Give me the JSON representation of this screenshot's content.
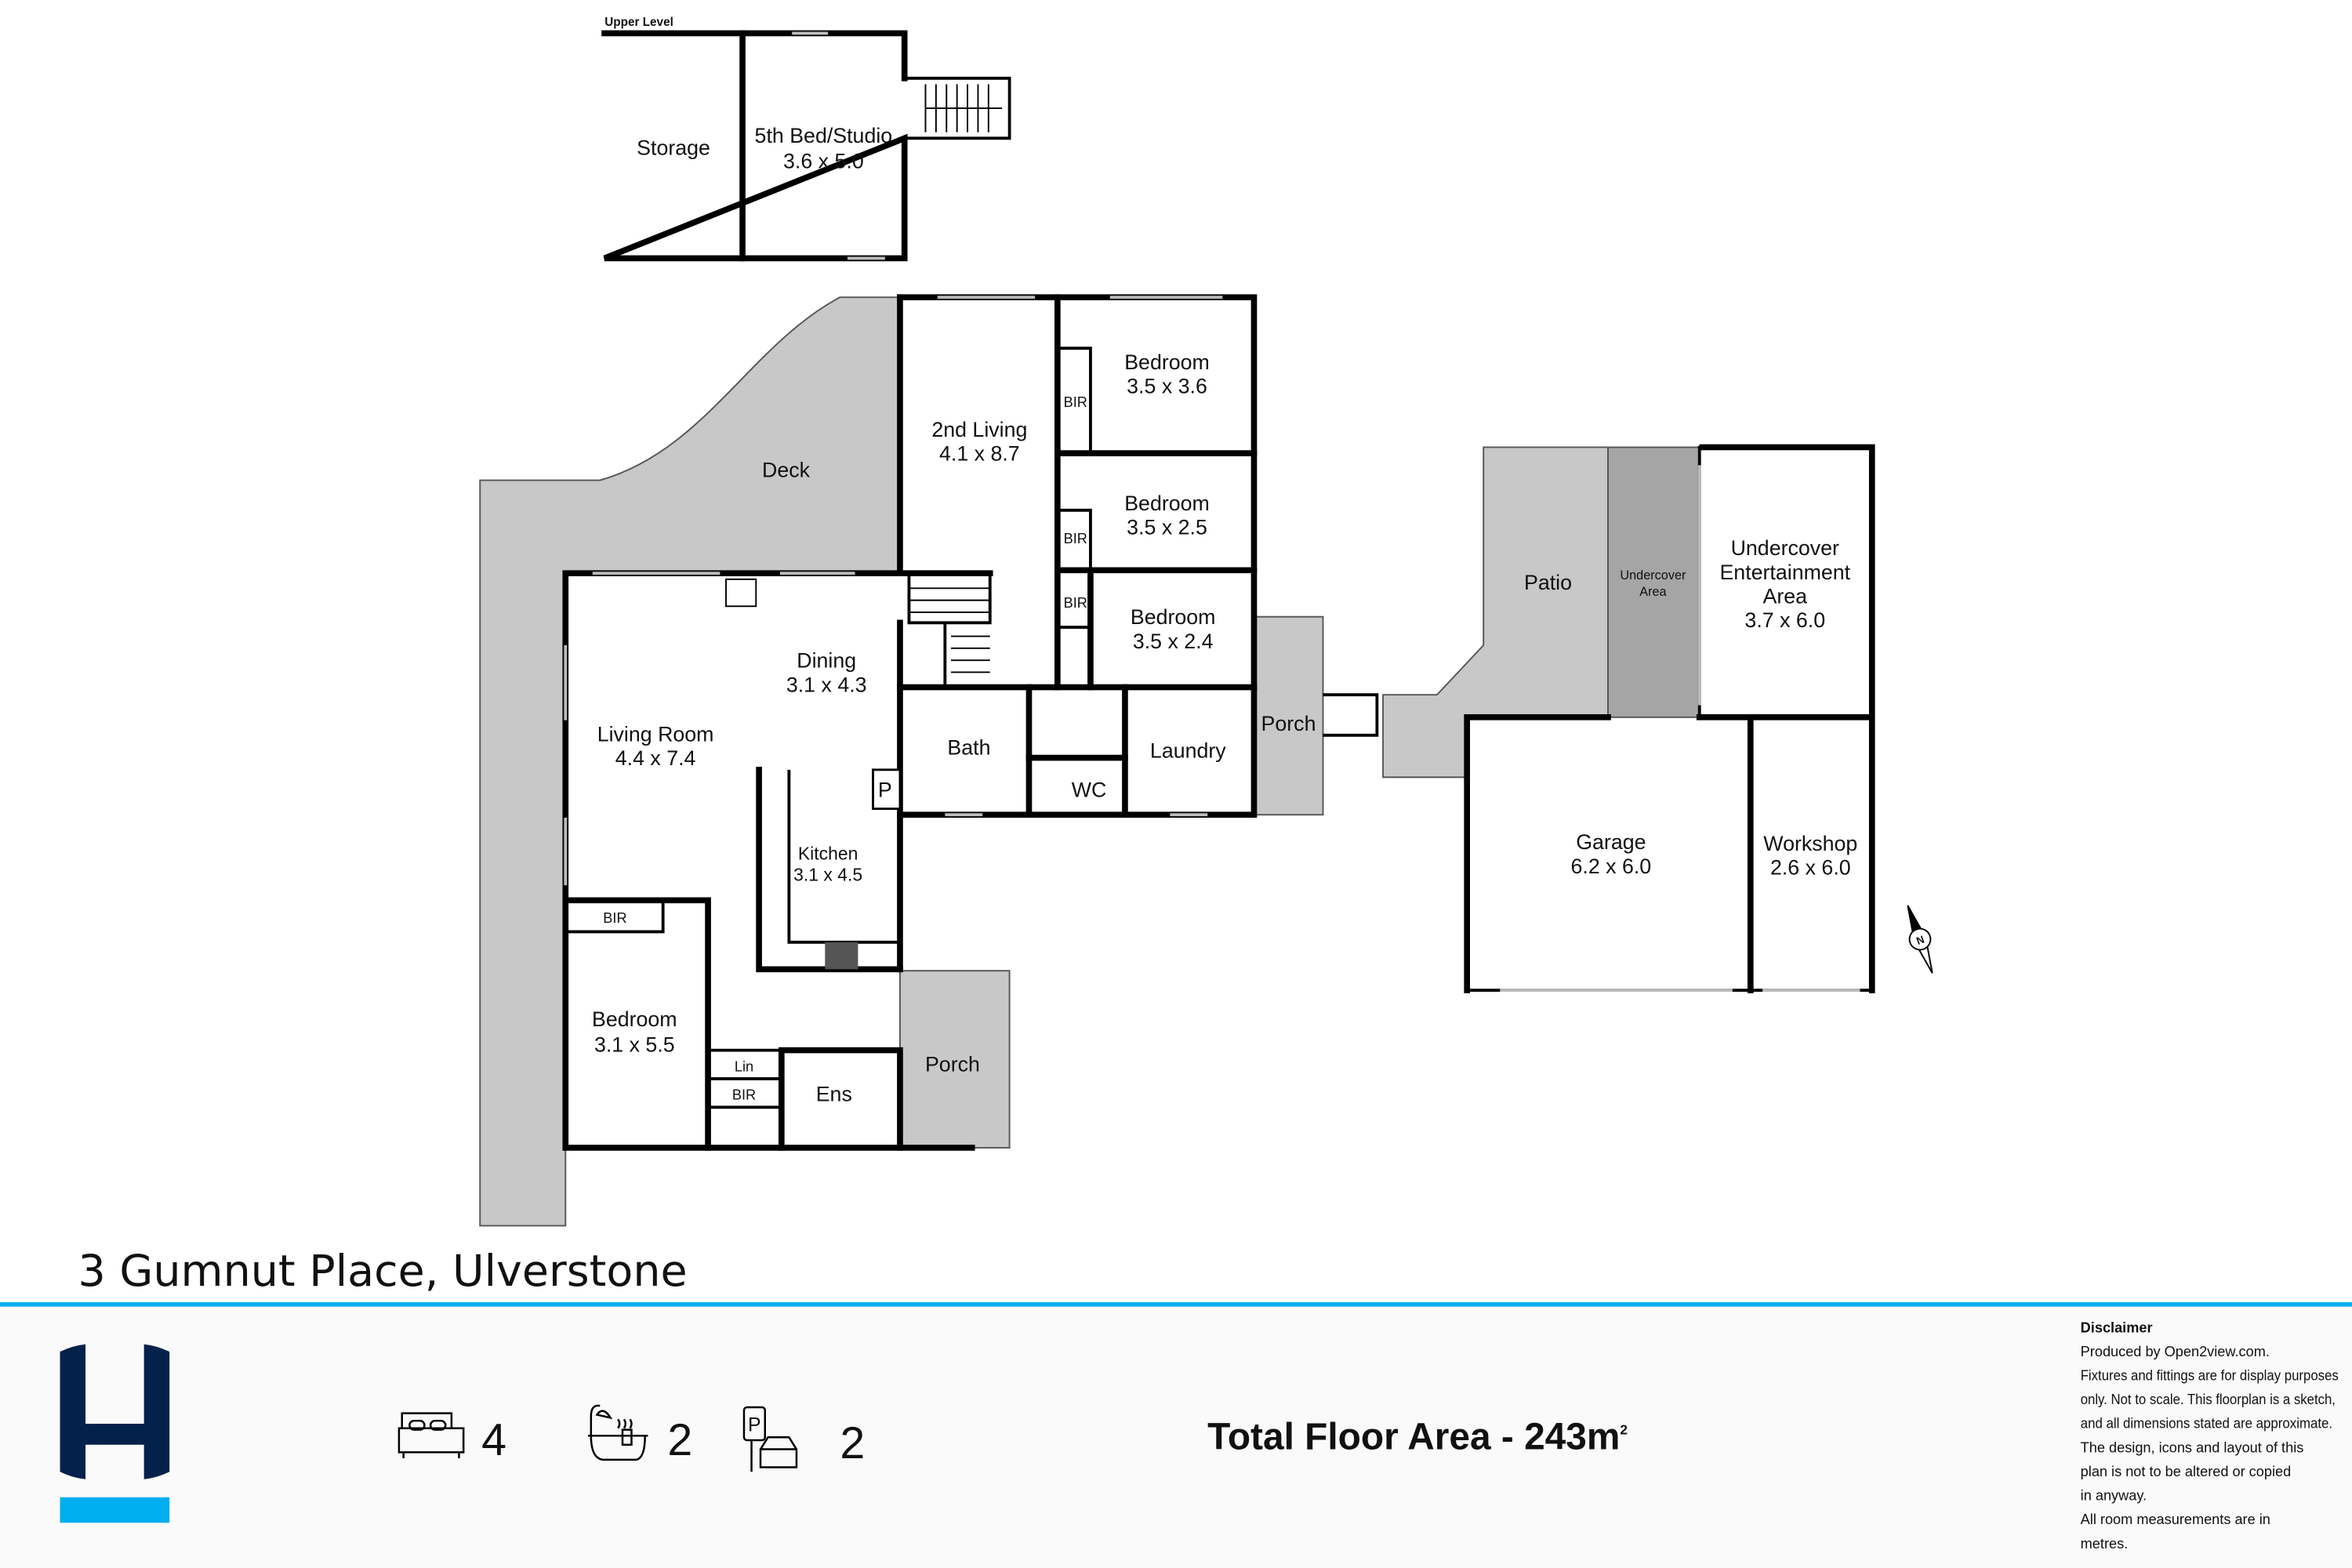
{
  "upper_level": {
    "heading": "Upper Level",
    "rooms": [
      {
        "name": "Storage",
        "size": ""
      },
      {
        "name": "5th Bed/Studio",
        "size": "3.6 x 5.0"
      }
    ]
  },
  "ground_level": {
    "rooms": {
      "deck": {
        "name": "Deck"
      },
      "second_living": {
        "name": "2nd Living",
        "size": "4.1 x 8.7"
      },
      "bedroom_a": {
        "name": "Bedroom",
        "size": "3.5 x 3.6"
      },
      "bedroom_b": {
        "name": "Bedroom",
        "size": "3.5 x 2.5"
      },
      "bedroom_c": {
        "name": "Bedroom",
        "size": "3.5 x 2.4"
      },
      "dining": {
        "name": "Dining",
        "size": "3.1 x 4.3"
      },
      "living": {
        "name": "Living Room",
        "size": "4.4 x 7.4"
      },
      "bath": {
        "name": "Bath"
      },
      "wc": {
        "name": "WC"
      },
      "laundry": {
        "name": "Laundry"
      },
      "porch_east": {
        "name": "Porch"
      },
      "kitchen": {
        "name": "Kitchen",
        "size": "3.1 x 4.5"
      },
      "pantry": {
        "name": "P"
      },
      "bedroom_main": {
        "name": "Bedroom",
        "size": "3.1 x 5.5"
      },
      "ensuite": {
        "name": "Ens"
      },
      "porch_south": {
        "name": "Porch"
      },
      "patio": {
        "name": "Patio"
      },
      "undercover": {
        "name1": "Undercover",
        "name2": "Area"
      },
      "entertainment": {
        "name1": "Undercover",
        "name2": "Entertainment",
        "name3": "Area",
        "size": "3.7 x 6.0"
      },
      "garage": {
        "name": "Garage",
        "size": "6.2 x 6.0"
      },
      "workshop": {
        "name": "Workshop",
        "size": "2.6 x 6.0"
      }
    },
    "storage_labels": {
      "bir": "BIR",
      "lin": "Lin"
    }
  },
  "compass": {
    "label": "N"
  },
  "address": "3 Gumnut Place, Ulverstone",
  "footer": {
    "logo_letter": "H",
    "features": [
      {
        "icon": "bed-icon",
        "count": "4"
      },
      {
        "icon": "bath-icon",
        "count": "2"
      },
      {
        "icon": "parking-icon",
        "count": "2",
        "glyph": "P"
      }
    ],
    "total_area_label": "Total Floor Area - 243m",
    "total_area_sup": "2",
    "disclaimer": {
      "title": "Disclaimer",
      "lines": [
        "Produced by Open2view.com.",
        "Fixtures and fittings are for display purposes",
        "only. Not to scale. This floorplan is a sketch,",
        "and all dimensions stated are approximate.",
        "The design, icons and layout of this",
        "plan is not to be altered or copied",
        "in anyway.",
        "All room measurements are in",
        "metres."
      ]
    }
  },
  "colors": {
    "navy": "#03214a",
    "accent": "#00aeef",
    "grey": "#c8c8c8",
    "dark_grey": "#a5a5a5",
    "footer_bg": "#fbfafa"
  }
}
